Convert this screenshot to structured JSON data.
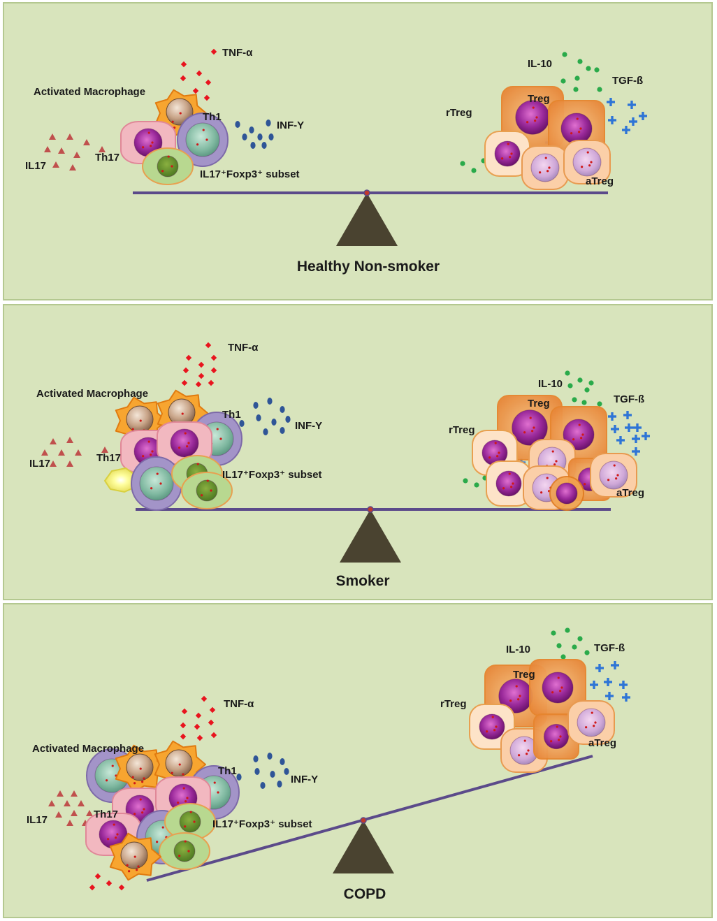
{
  "panels": [
    {
      "title": "Healthy Non-smoker",
      "labels": {
        "tnf": "TNF-α",
        "macrophage": "Activated Macrophage",
        "th1": "Th1",
        "inf": "INF-Y",
        "il17": "IL17",
        "th17": "Th17",
        "subset": "IL17⁺Foxp3⁺ subset",
        "il10": "IL-10",
        "tgf": "TGF-ß",
        "treg": "Treg",
        "rtreg": "rTreg",
        "atreg": "aTreg"
      }
    },
    {
      "title": "Smoker",
      "labels": {
        "tnf": "TNF-α",
        "macrophage": "Activated Macrophage",
        "th1": "Th1",
        "inf": "INF-Y",
        "il17": "IL17",
        "th17": "Th17",
        "subset": "IL17⁺Foxp3⁺ subset",
        "il10": "IL-10",
        "tgf": "TGF-ß",
        "treg": "Treg",
        "rtreg": "rTreg",
        "atreg": "aTreg"
      }
    },
    {
      "title": "COPD",
      "labels": {
        "tnf": "TNF-α",
        "macrophage": "Activated Macrophage",
        "th1": "Th1",
        "inf": "INF-Y",
        "il17": "IL17",
        "th17": "Th17",
        "subset": "IL17⁺Foxp3⁺ subset",
        "il10": "IL-10",
        "tgf": "TGF-ß",
        "treg": "Treg",
        "rtreg": "rTreg",
        "atreg": "aTreg"
      }
    }
  ],
  "colors": {
    "background": "#d8e4bc",
    "beam": "#5b4a8a",
    "fulcrum": "#4a4330",
    "tnf_dots": "#e8141e",
    "il17_triangles": "#c0504d",
    "inf_beads": "#2f5597",
    "il10_dots": "#2aaa4a",
    "tgf_plus": "#2e75d6",
    "macrophage": "#f7a530",
    "th17_cell": "#f2b8c0",
    "th1_cell": "#a394c8",
    "subset_cell": "#b8d890",
    "treg_cell": "#f2a24e",
    "rtreg_cell": "#fde3c8",
    "nucleus": "#8e1f8e"
  },
  "icons": [
    "fulcrum-triangle-icon",
    "tnf-dot-icon",
    "il17-triangle-icon",
    "inf-bead-icon",
    "il10-dot-icon",
    "tgf-plus-icon"
  ]
}
